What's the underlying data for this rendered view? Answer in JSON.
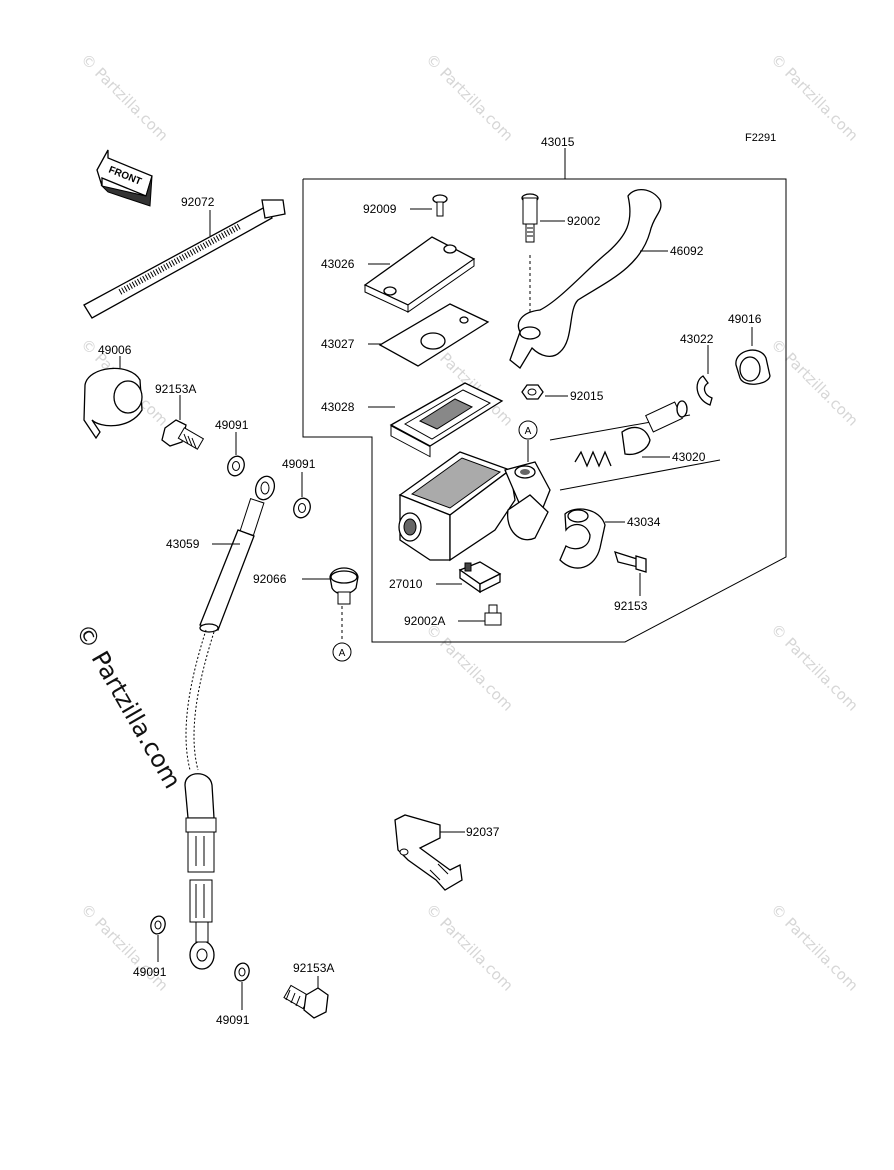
{
  "figure_code": "F2291",
  "watermark": "© Partzilla.com",
  "front_arrow_label": "FRONT",
  "ref_marker": "A",
  "labels": {
    "p43015": "43015",
    "p92072": "92072",
    "p92009": "92009",
    "p92002": "92002",
    "p46092": "46092",
    "p43026": "43026",
    "p43027": "43027",
    "p43022": "43022",
    "p49016": "49016",
    "p43028": "43028",
    "p92015": "92015",
    "p49006": "49006",
    "p92153A_top": "92153A",
    "p49091_a": "49091",
    "p49091_b": "49091",
    "p43020": "43020",
    "p43034": "43034",
    "p43059": "43059",
    "p92066": "92066",
    "p27010": "27010",
    "p92153": "92153",
    "p92002A": "92002A",
    "p92037": "92037",
    "p49091_c": "49091",
    "p92153A_bottom": "92153A",
    "p49091_d": "49091"
  }
}
